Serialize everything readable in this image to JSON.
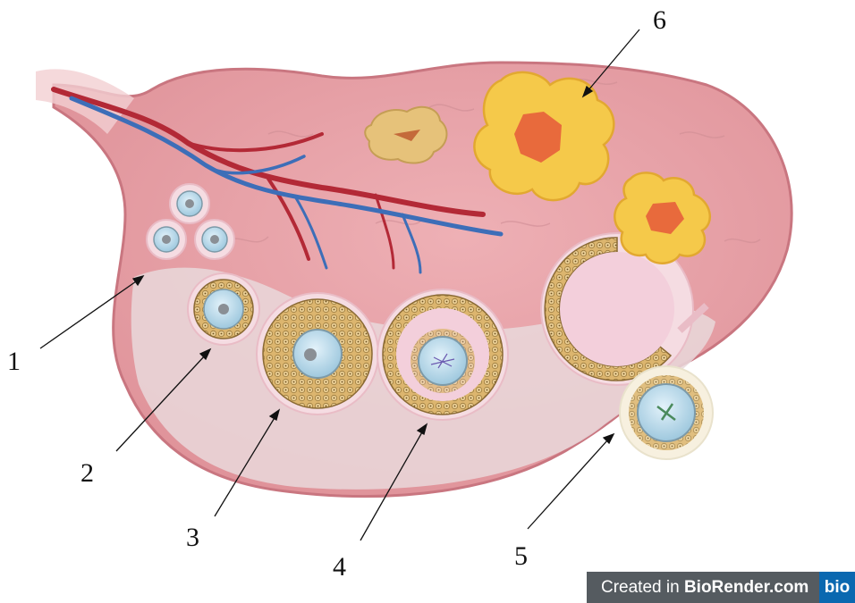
{
  "labels": {
    "l1": "1",
    "l2": "2",
    "l3": "3",
    "l4": "4",
    "l5": "5",
    "l6": "6"
  },
  "credit": {
    "prefix": "Created in ",
    "brand": "BioRender.com",
    "logo": "bio"
  },
  "colors": {
    "ovary": "#e8a3a9",
    "ovary_edge": "#c9727c",
    "shade": "#e6d6d8",
    "artery": "#b32936",
    "vein": "#3d6eb8",
    "granulosa": "#d9b36a",
    "antrum": "#f3d2de",
    "oocyte": "#bcdcec",
    "corpus_yellow": "#f5c94a",
    "corpus_center": "#e86a3c"
  }
}
